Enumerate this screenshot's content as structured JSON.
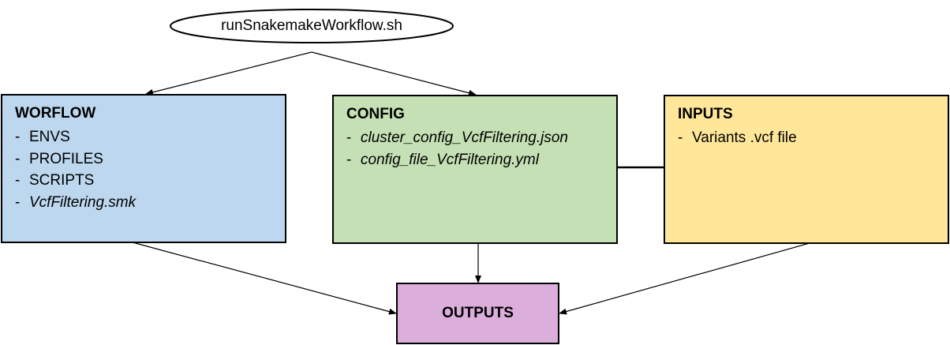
{
  "diagram": {
    "script_node": {
      "label": "runSnakemakeWorkflow.sh"
    },
    "workflow_box": {
      "title": "WORFLOW",
      "color": "#bdd7ee",
      "items": [
        {
          "text": "ENVS",
          "italic": false
        },
        {
          "text": "PROFILES",
          "italic": false
        },
        {
          "text": "SCRIPTS",
          "italic": false
        },
        {
          "text": "VcfFiltering.smk",
          "italic": true
        }
      ]
    },
    "config_box": {
      "title": "CONFIG",
      "color": "#c5e0b4",
      "items": [
        {
          "text": "cluster_config_VcfFiltering.json",
          "italic": true
        },
        {
          "text": "config_file_VcfFiltering.yml",
          "italic": true
        }
      ]
    },
    "inputs_box": {
      "title": "INPUTS",
      "color": "#ffe699",
      "items": [
        {
          "text": "Variants .vcf file",
          "italic": false
        }
      ]
    },
    "outputs_box": {
      "title": "OUTPUTS",
      "color": "#dbaedb"
    },
    "bullet": "-"
  }
}
